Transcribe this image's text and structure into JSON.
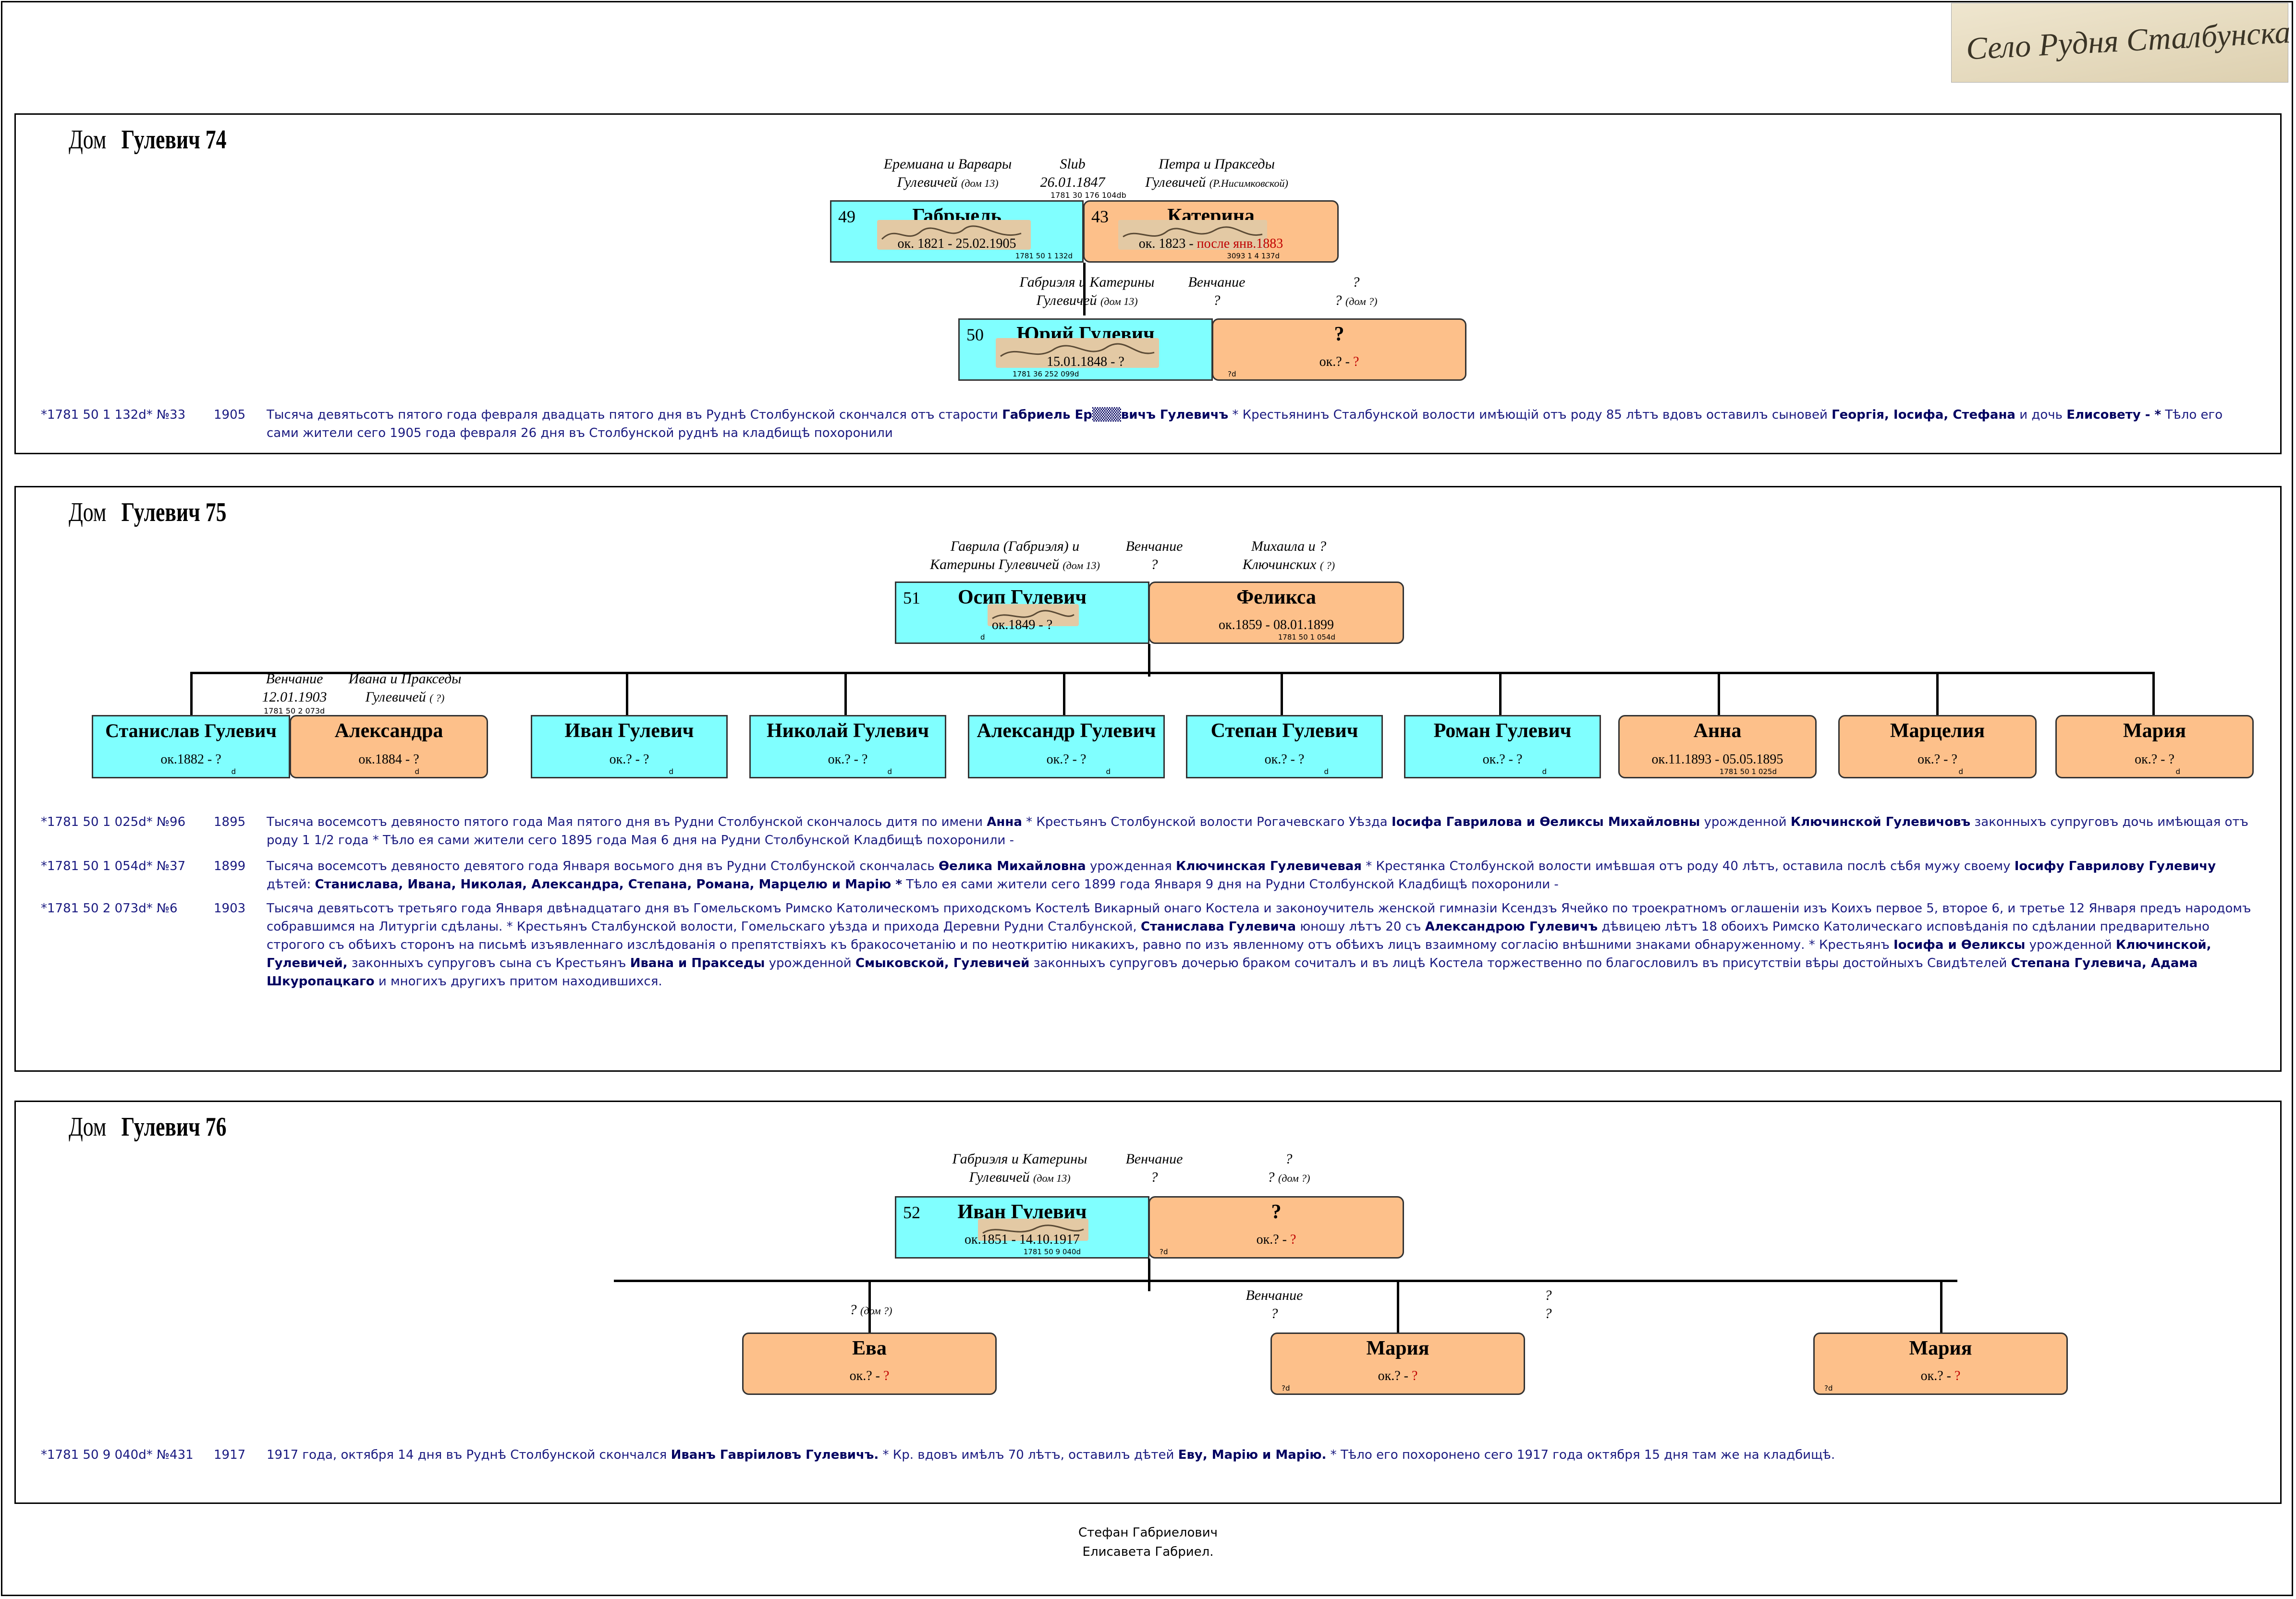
{
  "banner": {
    "text": "Село Рудня Сталбунска"
  },
  "houses": [
    {
      "title_dom": "Дом",
      "title_name": "Гулевич 74",
      "parents_labels": [
        {
          "line1": "Еремиана и Варвары",
          "line2": "Гулевичей",
          "note": "(дом 13)"
        },
        {
          "line1": "Slub",
          "line2": "26.01.1847",
          "note": ""
        },
        {
          "line1": "Петра и Пракседы",
          "line2": "Гулевичей",
          "note": "(Р.Нисимковской)"
        },
        {
          "line1": "Габриэля и Катерины",
          "line2": "Гулевичей",
          "note": "(дом 13)"
        },
        {
          "line1": "Венчание",
          "line2": "?",
          "note": ""
        },
        {
          "line1": "?",
          "line2": "?",
          "note": "(дом ?)"
        }
      ],
      "marriage_ref": "1781 30 176 104db",
      "persons": [
        {
          "num": "49",
          "name": "Габрыель",
          "dates": "ок. 1821 - 25.02.1905",
          "ref": "1781 50 1 132d"
        },
        {
          "num": "43",
          "name": "Катерина",
          "dates_a": "ок. 1823 - ",
          "dates_b": "после янв.1883",
          "ref": "3093 1 4 137d"
        },
        {
          "num": "50",
          "name": "Юрий Гулевич",
          "dates": "15.01.1848 - ?",
          "ref": "1781 36 252 099d"
        },
        {
          "num": "",
          "name": "?",
          "dates_a": "ок.? - ",
          "dates_b": "?",
          "ref": "?d"
        }
      ],
      "records": [
        {
          "id": "*1781 50 1 132d* №33",
          "year": "1905",
          "t1": "Тысяча девятьсотъ пятого года февраля двадцать пятого дня въ Руднѣ Столбунской скончался отъ старости ",
          "b1": "Габриель Ер▒▒▒вичъ Гулевичъ",
          "t2": " * Крестьянинъ Сталбунской волости имѣющій отъ роду 85 лѣтъ вдовъ оставилъ сыновей ",
          "b2": "Георгія, Іосифа, Стефана",
          "t3": " и дочь ",
          "b3": "Елисовету - *",
          "t4": " Тѣло его сами жители сего 1905 года февраля 26 дня въ Столбунской руднѣ на кладбищѣ похоронили"
        }
      ]
    },
    {
      "title_dom": "Дом",
      "title_name": "Гулевич 75",
      "parents_labels": [
        {
          "line1": "Гаврилa (Габриэля) и",
          "line2": "Катерины Гулевичей",
          "note": "(дом 13)"
        },
        {
          "line1": "Венчание",
          "line2": "?",
          "note": ""
        },
        {
          "line1": "Михаила и ?",
          "line2": "Ключинских",
          "note": "( ?)"
        },
        {
          "line1": "Венчание",
          "line2": "12.01.1903",
          "note": ""
        },
        {
          "line1": "Ивана и Пракседы",
          "line2": "Гулевичей",
          "note": "( ?)"
        }
      ],
      "marriage_ref": "1781 50 2 073d",
      "persons": [
        {
          "num": "51",
          "name": "Осип Гулевич",
          "dates": "ок.1849 - ?",
          "ref": "d"
        },
        {
          "num": "",
          "name": "Феликса",
          "dates": "ок.1859 - 08.01.1899",
          "ref": "1781 50 1 054d"
        }
      ],
      "children": [
        {
          "name": "Станислав Гулевич",
          "dates": "ок.1882 - ?",
          "ref": "d"
        },
        {
          "name": "Александра",
          "dates": "ок.1884 - ?",
          "ref": "d"
        },
        {
          "name": "Иван Гулевич",
          "dates": "ок.? - ?",
          "ref": "d"
        },
        {
          "name": "Николай Гулевич",
          "dates": "ок.? - ?",
          "ref": "d"
        },
        {
          "name": "Александр Гулевич",
          "dates": "ок.? - ?",
          "ref": "d"
        },
        {
          "name": "Степан Гулевич",
          "dates": "ок.? - ?",
          "ref": "d"
        },
        {
          "name": "Роман Гулевич",
          "dates": "ок.? - ?",
          "ref": "d"
        },
        {
          "name": "Анна",
          "dates": "ок.11.1893 - 05.05.1895",
          "ref": "1781 50 1 025d"
        },
        {
          "name": "Марцелия",
          "dates": "ок.? - ?",
          "ref": "d"
        },
        {
          "name": "Мария",
          "dates": "ок.? - ?",
          "ref": "d"
        }
      ],
      "records": [
        {
          "id": "*1781 50 1 025d* №96",
          "year": "1895",
          "t1": "Тысяча восемсотъ девяносто пятого года Мая пятого дня въ Рудни Столбунской скончалось дитя по имени ",
          "b1": "Анна",
          "t2": " * Крестьянъ Столбунской волости Рогачевскаго Уѣзда ",
          "b2": "Іосифа Гаврилова и Ѳеликсы Михайловны",
          "t3": " урожденной ",
          "b3": "Ключинской Гулевичовъ",
          "t4": " законныхъ супруговъ дочь имѣющая отъ роду 1 1/2 года * Тѣло ея сами жители сего 1895 года Мая 6 дня на Рудни Столбунской Кладбищѣ похоронили -"
        },
        {
          "id": "*1781 50 1 054d* №37",
          "year": "1899",
          "t1": "Тысяча восемсотъ девяносто девятого года Января восьмого дня въ Рудни Столбунской скончалась ",
          "b1": "Ѳелика Михайловна",
          "t2": " урожденная ",
          "b2": "Ключинская Гулевичевая",
          "t3": " * Крестянка Столбунской волости имѣвшая отъ роду 40 лѣтъ, оставила послѣ сѣбя мужу своему ",
          "b3": "Іосифу Гаврилову Гулевичу",
          "t4": " дѣтей: ",
          "b4": "Станислава, Ивана, Николая, Александра, Степана, Романа, Марцелю и Марію *",
          "t5": " Тѣло ея сами жители сего 1899 года Января 9 дня на Рудни Столбунской Кладбищѣ похоронили -"
        },
        {
          "id": "*1781 50 2 073d* №6",
          "year": "1903",
          "t1": "Тысяча девятьсотъ третьяго года Января двѣнадцатаго дня въ Гомельскомъ Римско Католическомъ приходскомъ Костелѣ Викарный онаго Костела и законоучитель женской гимназіи Ксендзъ Ячейко по троекратномъ оглашеніи изъ Коихъ первое 5, второе 6, и третье 12 Января предъ народомъ собравшимся на Литургіи сдѣланы. * Крестьянъ Сталбунской волости, Гомельскаго уѣзда и прихода Деревни Рудни Сталбунской, ",
          "b1": "Станислава Гулевича",
          "t2": " юношу лѣтъ 20 съ ",
          "b2": "Александрою Гулевичъ",
          "t3": " дѣвицею лѣтъ 18 обоихъ Римско Католическаго исповѣданія по сдѣлании предварительно строгого съ обѣихъ сторонъ на письмѣ изъявленнаго изслѣдованія о препятствіяхъ къ бракосочетанію и по неоткритію никакихъ, равно по изъ явленному отъ обѣихъ лицъ взаимному согласію внѣшними знаками обнаруженному. * Крестьянъ ",
          "b3": "Іосифа и Ѳеликсы",
          "t4": " урожденной ",
          "b4": "Ключинской, Гулевичей,",
          "t5": " законныхъ супруговъ сына съ Крестьянъ ",
          "b5": "Ивана и Пракседы",
          "t6": " урожденной ",
          "b6": "Смыковской, Гулевичей",
          "t7": " законныхъ супруговъ дочерью браком сочиталъ и въ лицѣ Костела торжественно по благословилъ въ присутствіи вѣры достойныхъ Свидѣтелей ",
          "b7": "Степана Гулевича, Адама Шкуропацкаго",
          "t8": " и многихъ другихъ притом находившихся."
        }
      ]
    },
    {
      "title_dom": "Дом",
      "title_name": "Гулевич 76",
      "parents_labels": [
        {
          "line1": "Габриэля и Катерины",
          "line2": "Гулевичей",
          "note": "(дом 13)"
        },
        {
          "line1": "Венчание",
          "line2": "?",
          "note": ""
        },
        {
          "line1": "?",
          "line2": "?",
          "note": "(дом ?)"
        },
        {
          "line1": "?",
          "line2": "?",
          "note": "(дом ?)"
        },
        {
          "line1": "Венчание",
          "line2": "?",
          "note": ""
        },
        {
          "line1": "?",
          "line2": "?",
          "note": ""
        }
      ],
      "persons": [
        {
          "num": "52",
          "name": "Иван Гулевич",
          "dates": "ок.1851 - 14.10.1917",
          "ref": "1781 50 9 040d"
        },
        {
          "num": "",
          "name": "?",
          "dates_a": "ок.? - ",
          "dates_b": "?",
          "ref": "?d"
        }
      ],
      "children": [
        {
          "name": "Ева",
          "dates_a": "ок.? - ",
          "dates_b": "?"
        },
        {
          "name": "Мария",
          "dates_a": "ок.? - ",
          "dates_b": "?",
          "ref": "?d"
        },
        {
          "name": "Мария",
          "dates_a": "ок.? - ",
          "dates_b": "?",
          "ref": "?d"
        }
      ],
      "records": [
        {
          "id": "*1781 50 9 040d* №431",
          "year": "1917",
          "t1": "1917 года, октября 14 дня въ Руднѣ Столбунской скончался ",
          "b1": "Иванъ Гавріиловъ Гулевичъ.",
          "t2": " * Кр. вдовъ имѣлъ 70 лѣтъ, оставилъ дѣтей ",
          "b2": "Еву, Марію и Марію.",
          "t3": " * Тѣло его похоронено сего 1917 года октября 15 дня там же на кладбищѣ."
        }
      ]
    }
  ],
  "footer": {
    "line1": "Стефан Габриелович",
    "line2": "Елисавета Габриел."
  },
  "colors": {
    "male": "#80ffff",
    "female": "#fdc08a",
    "record_text": "#1a1a80",
    "unknown": "#c00000"
  }
}
